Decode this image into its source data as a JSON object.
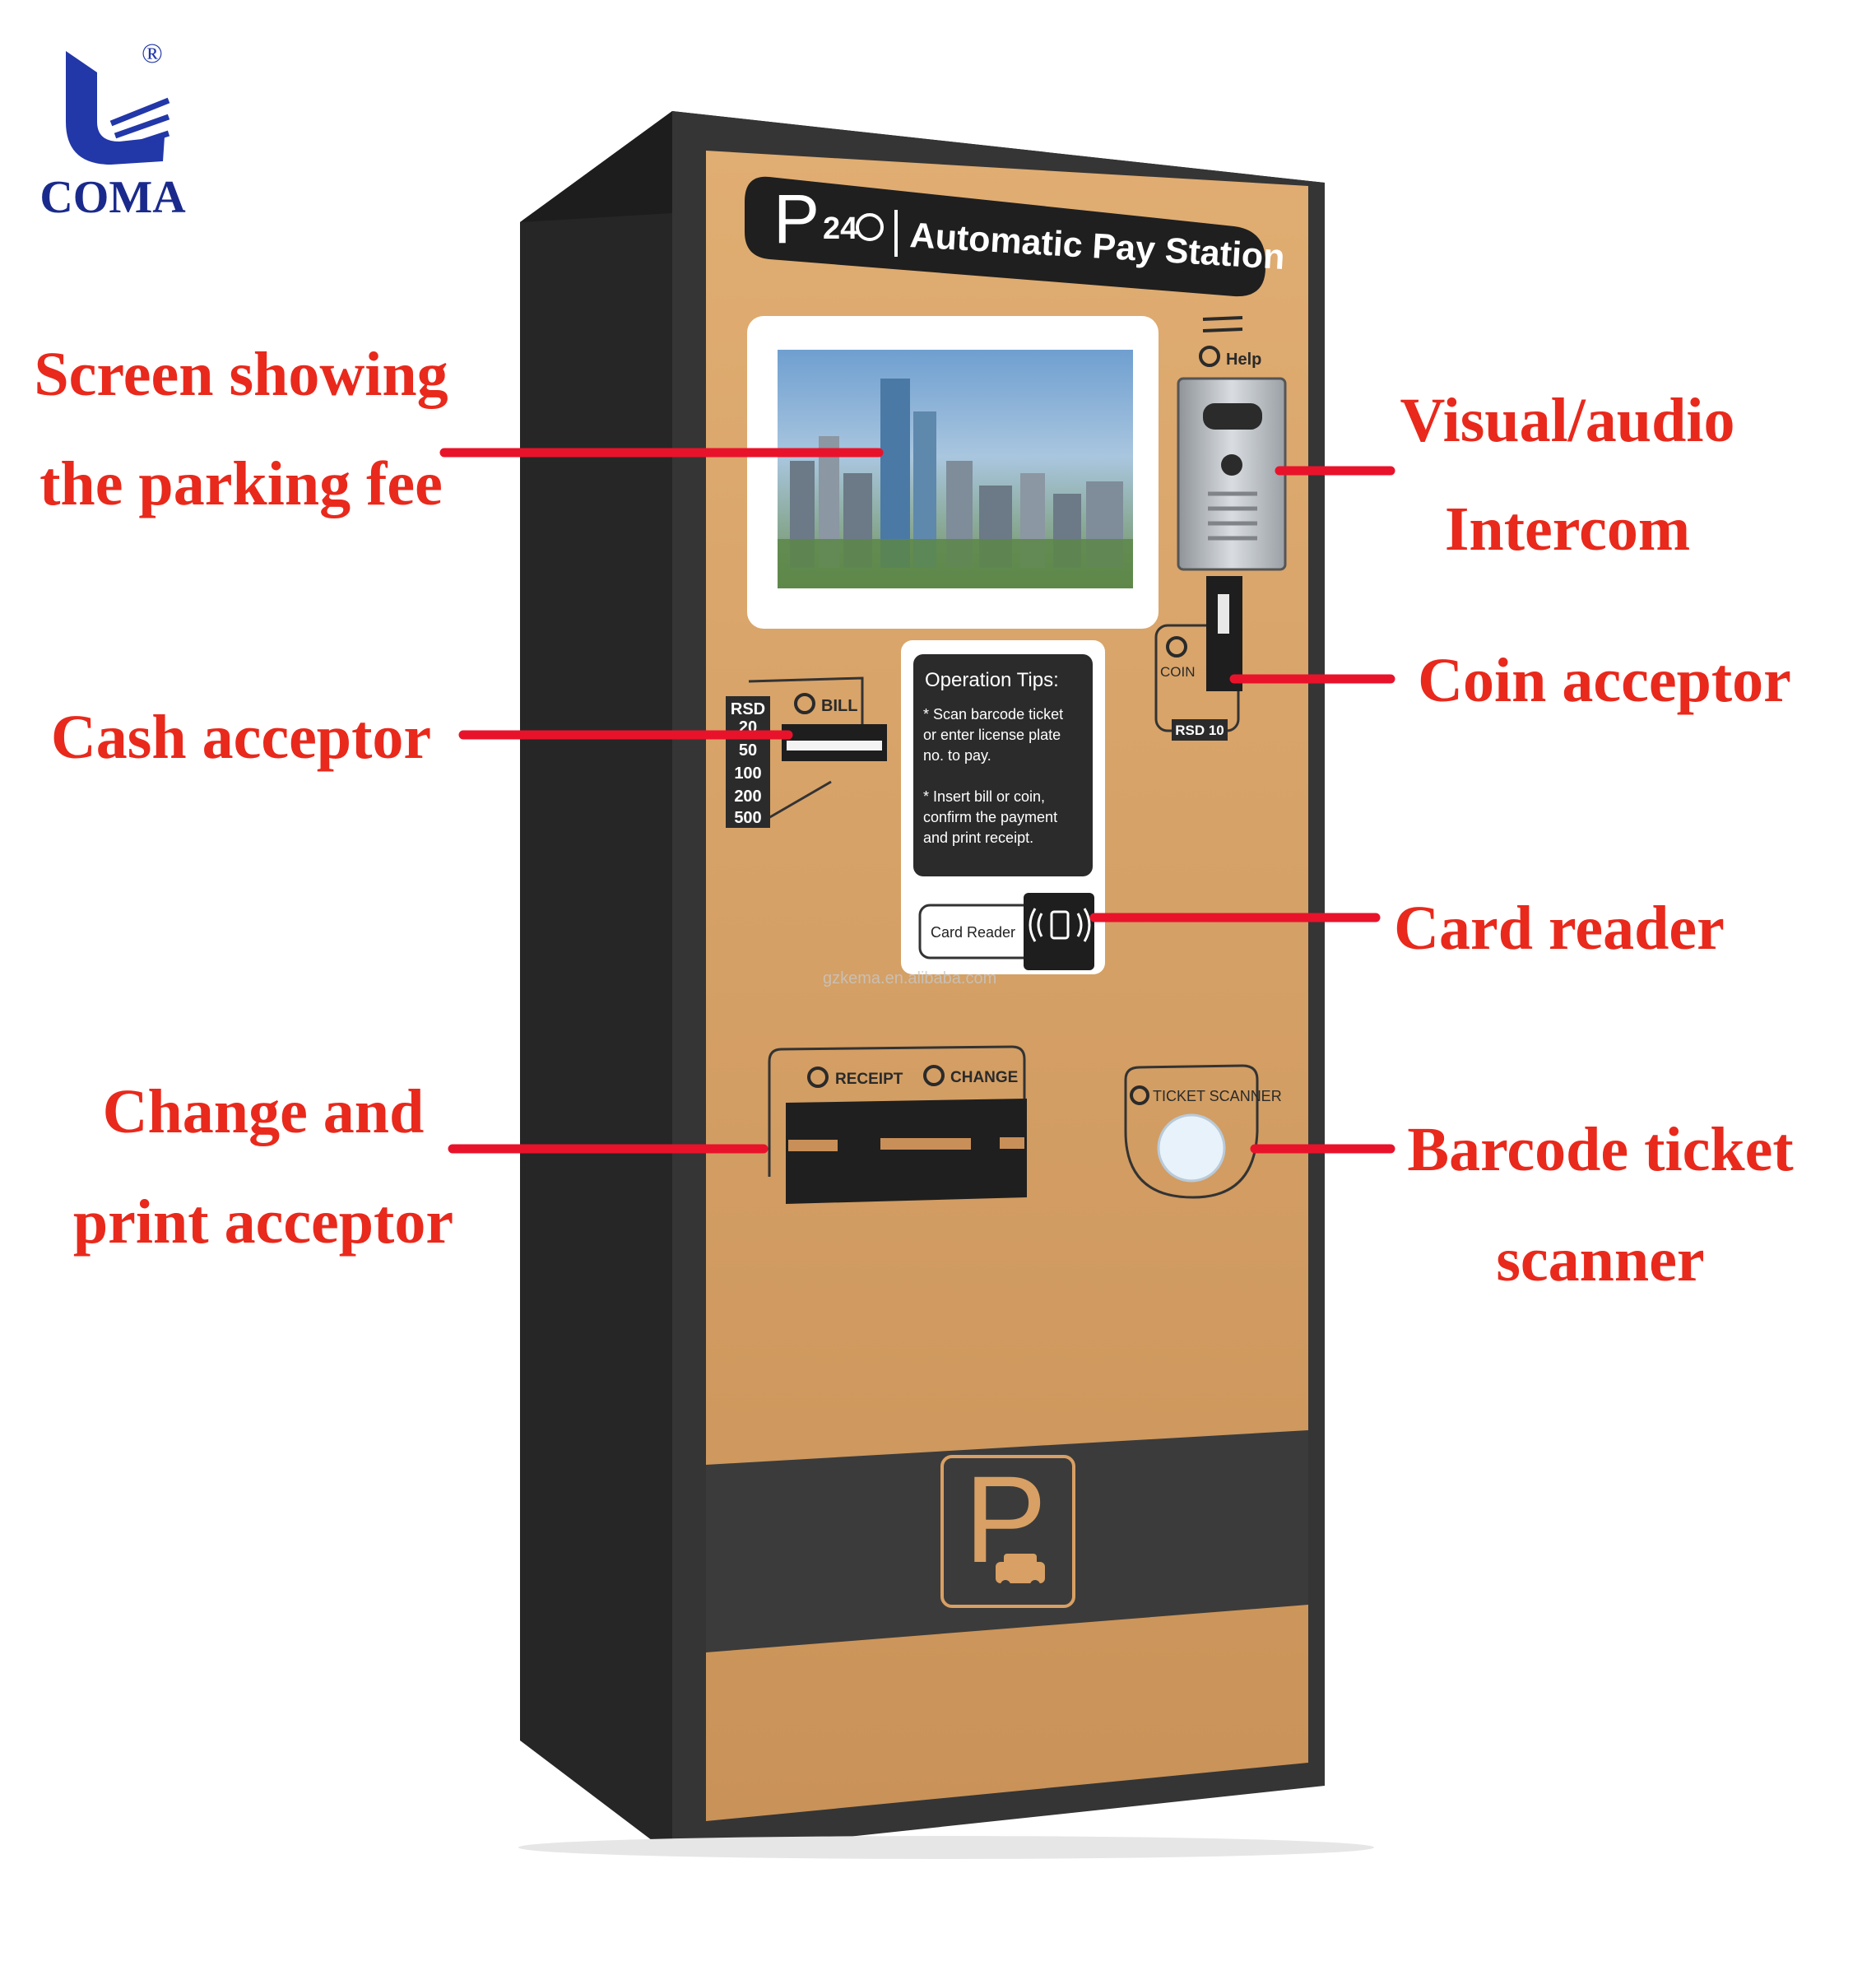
{
  "logo": {
    "brand": "COMA",
    "registered_mark": "®"
  },
  "machine": {
    "header": {
      "p_letter": "P",
      "hours": "24",
      "title": "Automatic Pay Station"
    },
    "help_label": "Help",
    "bill": {
      "label": "BILL",
      "currency": "RSD",
      "denominations": [
        "20",
        "50",
        "100",
        "200",
        "500"
      ]
    },
    "coin": {
      "label": "COIN",
      "denomination": "RSD 10"
    },
    "tips": {
      "title": "Operation Tips:",
      "lines": [
        "* Scan barcode ticket",
        "or enter license plate",
        "no. to pay.",
        "* Insert bill or coin,",
        "confirm the payment",
        "and print receipt."
      ]
    },
    "card_reader_label": "Card Reader",
    "watermark": "gzkema.en.alibaba.com",
    "receipt_label": "RECEIPT",
    "change_label": "CHANGE",
    "ticket_scanner_label": "TICKET SCANNER",
    "parking_sign": "P",
    "colors": {
      "body": "#2f2f2f",
      "panel": "#d8a064",
      "label_red": "#e8291c"
    }
  },
  "callouts": {
    "screen": {
      "lines": [
        "Screen showing",
        "the parking fee"
      ]
    },
    "cash": {
      "lines": [
        "Cash acceptor"
      ]
    },
    "change_print": {
      "lines": [
        "Change and",
        "print acceptor"
      ]
    },
    "intercom": {
      "lines": [
        "Visual/audio",
        "Intercom"
      ]
    },
    "coin": {
      "lines": [
        "Coin acceptor"
      ]
    },
    "card_reader": {
      "lines": [
        "Card reader"
      ]
    },
    "barcode": {
      "lines": [
        "Barcode ticket",
        "scanner"
      ]
    }
  }
}
